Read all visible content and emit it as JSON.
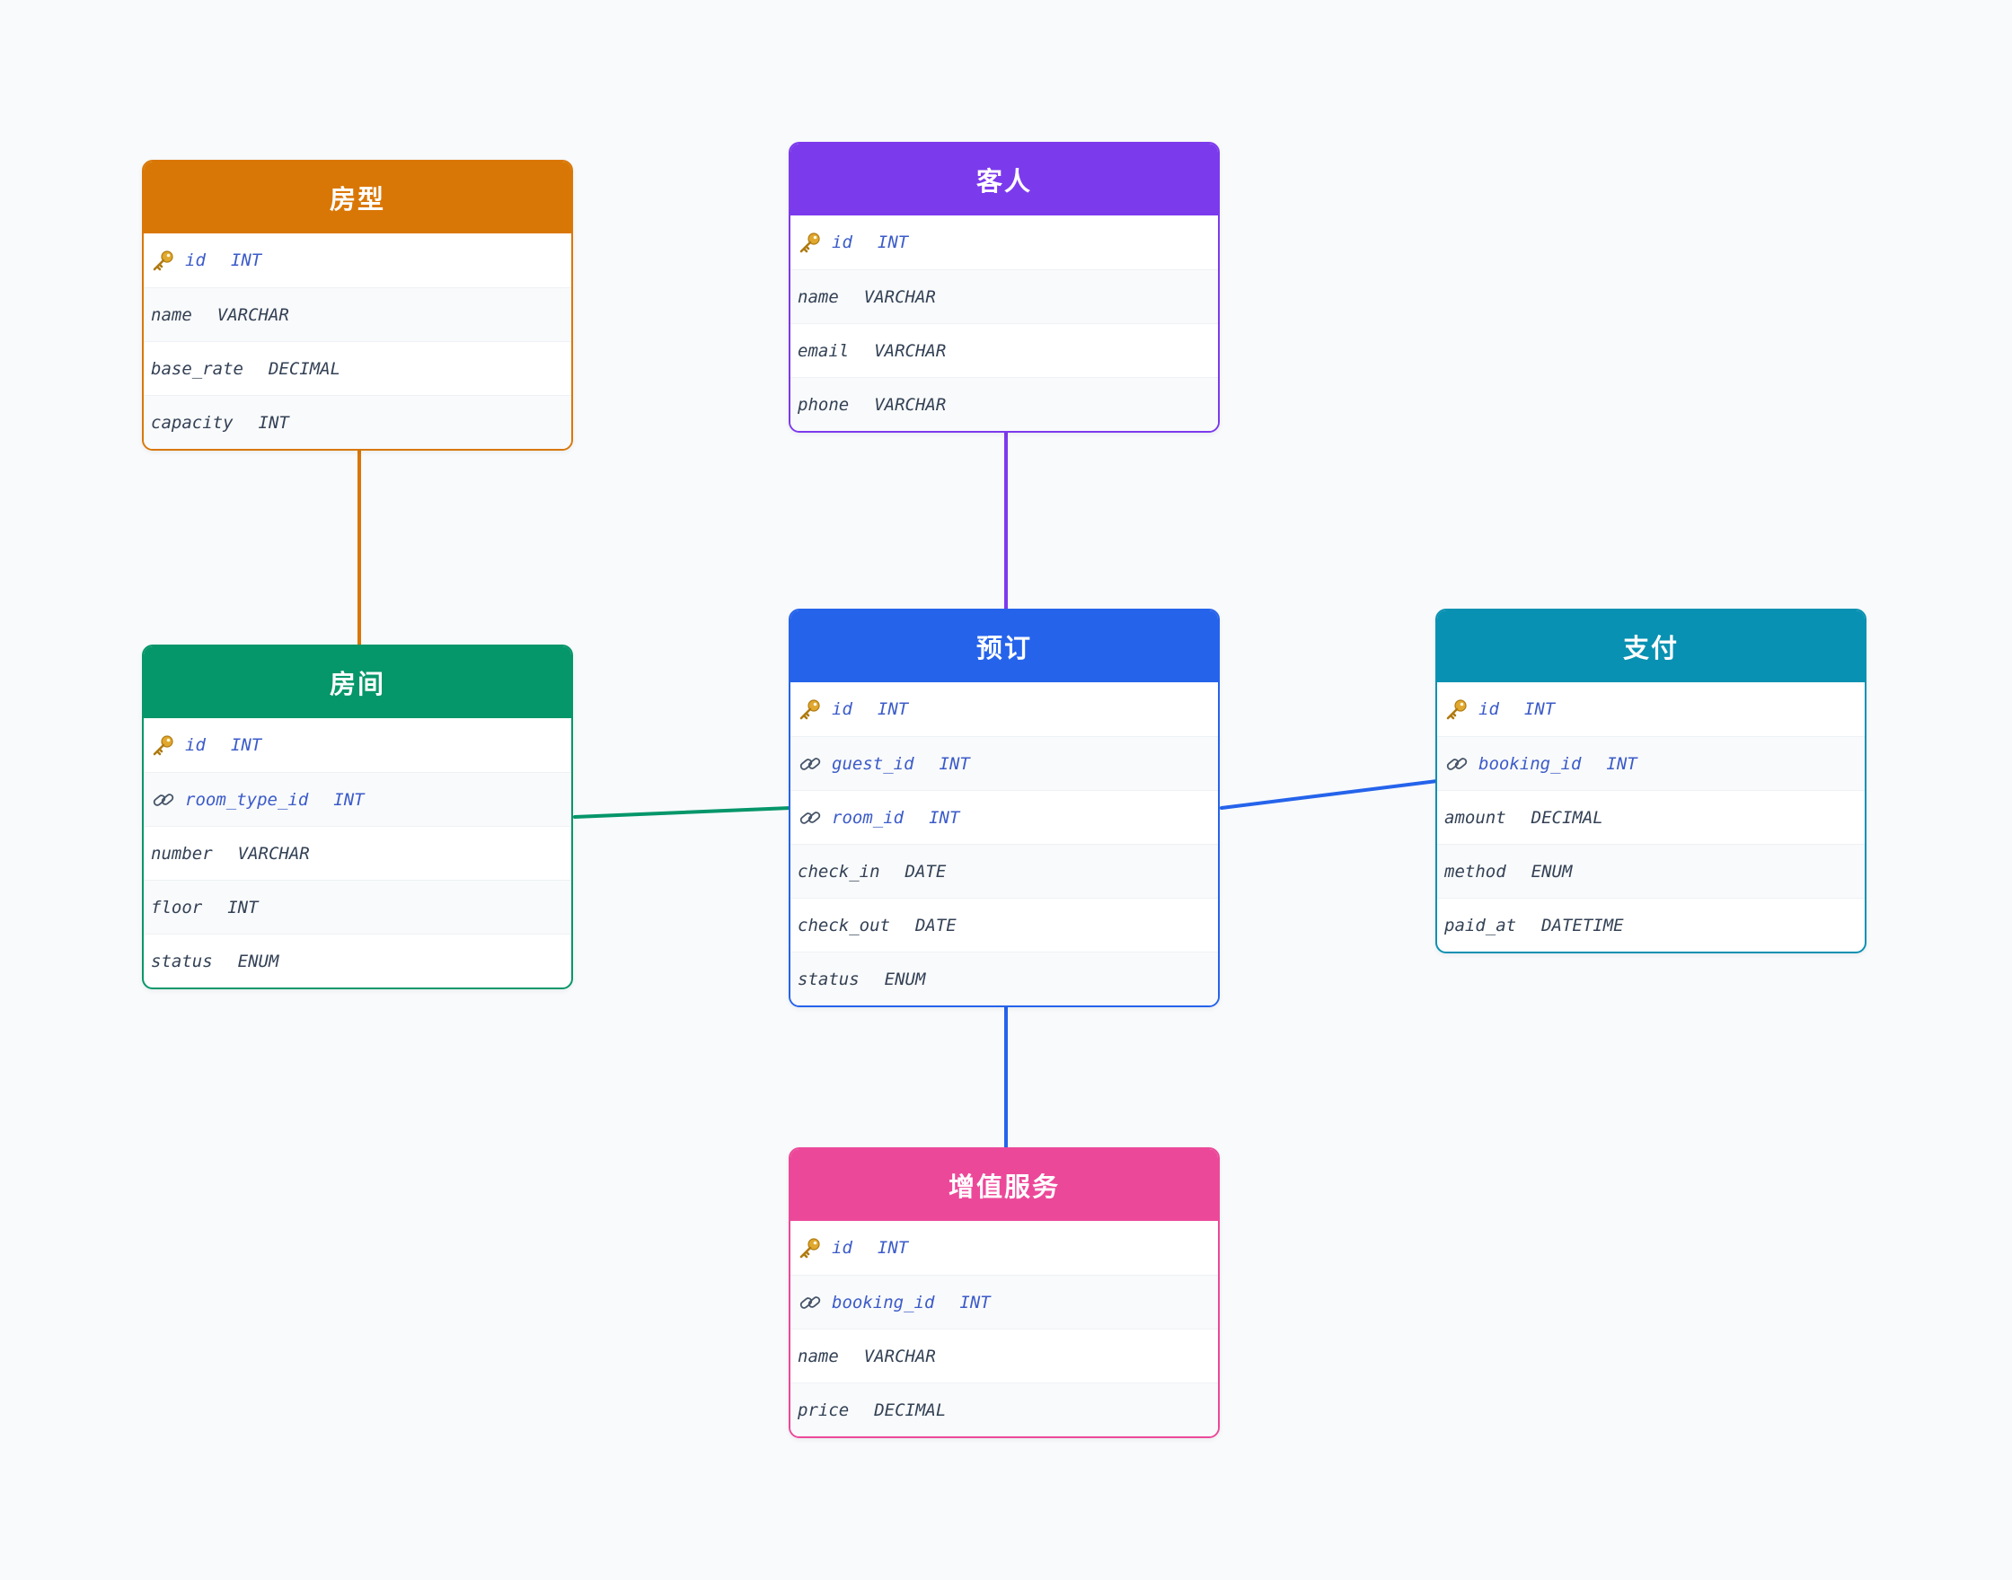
{
  "colors": {
    "background": "#f8fafc",
    "room_type": "#d97706",
    "guest": "#7c3aed",
    "room": "#059669",
    "booking": "#2563eb",
    "payment": "#0891b2",
    "service": "#ec4899",
    "key_field_text": "#3b5bc9",
    "plain_field_text": "#334155"
  },
  "icons": {
    "primary_key": "key-icon",
    "foreign_key": "link-icon"
  },
  "entities": [
    {
      "id": "room_type",
      "title": "房型",
      "fields": [
        {
          "name": "id",
          "type": "INT",
          "key": "pk"
        },
        {
          "name": "name",
          "type": "VARCHAR",
          "key": ""
        },
        {
          "name": "base_rate",
          "type": "DECIMAL",
          "key": ""
        },
        {
          "name": "capacity",
          "type": "INT",
          "key": ""
        }
      ]
    },
    {
      "id": "guest",
      "title": "客人",
      "fields": [
        {
          "name": "id",
          "type": "INT",
          "key": "pk"
        },
        {
          "name": "name",
          "type": "VARCHAR",
          "key": ""
        },
        {
          "name": "email",
          "type": "VARCHAR",
          "key": ""
        },
        {
          "name": "phone",
          "type": "VARCHAR",
          "key": ""
        }
      ]
    },
    {
      "id": "room",
      "title": "房间",
      "fields": [
        {
          "name": "id",
          "type": "INT",
          "key": "pk"
        },
        {
          "name": "room_type_id",
          "type": "INT",
          "key": "fk"
        },
        {
          "name": "number",
          "type": "VARCHAR",
          "key": ""
        },
        {
          "name": "floor",
          "type": "INT",
          "key": ""
        },
        {
          "name": "status",
          "type": "ENUM",
          "key": ""
        }
      ]
    },
    {
      "id": "booking",
      "title": "预订",
      "fields": [
        {
          "name": "id",
          "type": "INT",
          "key": "pk"
        },
        {
          "name": "guest_id",
          "type": "INT",
          "key": "fk"
        },
        {
          "name": "room_id",
          "type": "INT",
          "key": "fk"
        },
        {
          "name": "check_in",
          "type": "DATE",
          "key": ""
        },
        {
          "name": "check_out",
          "type": "DATE",
          "key": ""
        },
        {
          "name": "status",
          "type": "ENUM",
          "key": ""
        }
      ]
    },
    {
      "id": "payment",
      "title": "支付",
      "fields": [
        {
          "name": "id",
          "type": "INT",
          "key": "pk"
        },
        {
          "name": "booking_id",
          "type": "INT",
          "key": "fk"
        },
        {
          "name": "amount",
          "type": "DECIMAL",
          "key": ""
        },
        {
          "name": "method",
          "type": "ENUM",
          "key": ""
        },
        {
          "name": "paid_at",
          "type": "DATETIME",
          "key": ""
        }
      ]
    },
    {
      "id": "service",
      "title": "增值服务",
      "fields": [
        {
          "name": "id",
          "type": "INT",
          "key": "pk"
        },
        {
          "name": "booking_id",
          "type": "INT",
          "key": "fk"
        },
        {
          "name": "name",
          "type": "VARCHAR",
          "key": ""
        },
        {
          "name": "price",
          "type": "DECIMAL",
          "key": ""
        }
      ]
    }
  ],
  "relationships": [
    {
      "from": "room_type",
      "to": "room"
    },
    {
      "from": "guest",
      "to": "booking"
    },
    {
      "from": "room",
      "to": "booking"
    },
    {
      "from": "booking",
      "to": "payment"
    },
    {
      "from": "booking",
      "to": "service"
    }
  ]
}
